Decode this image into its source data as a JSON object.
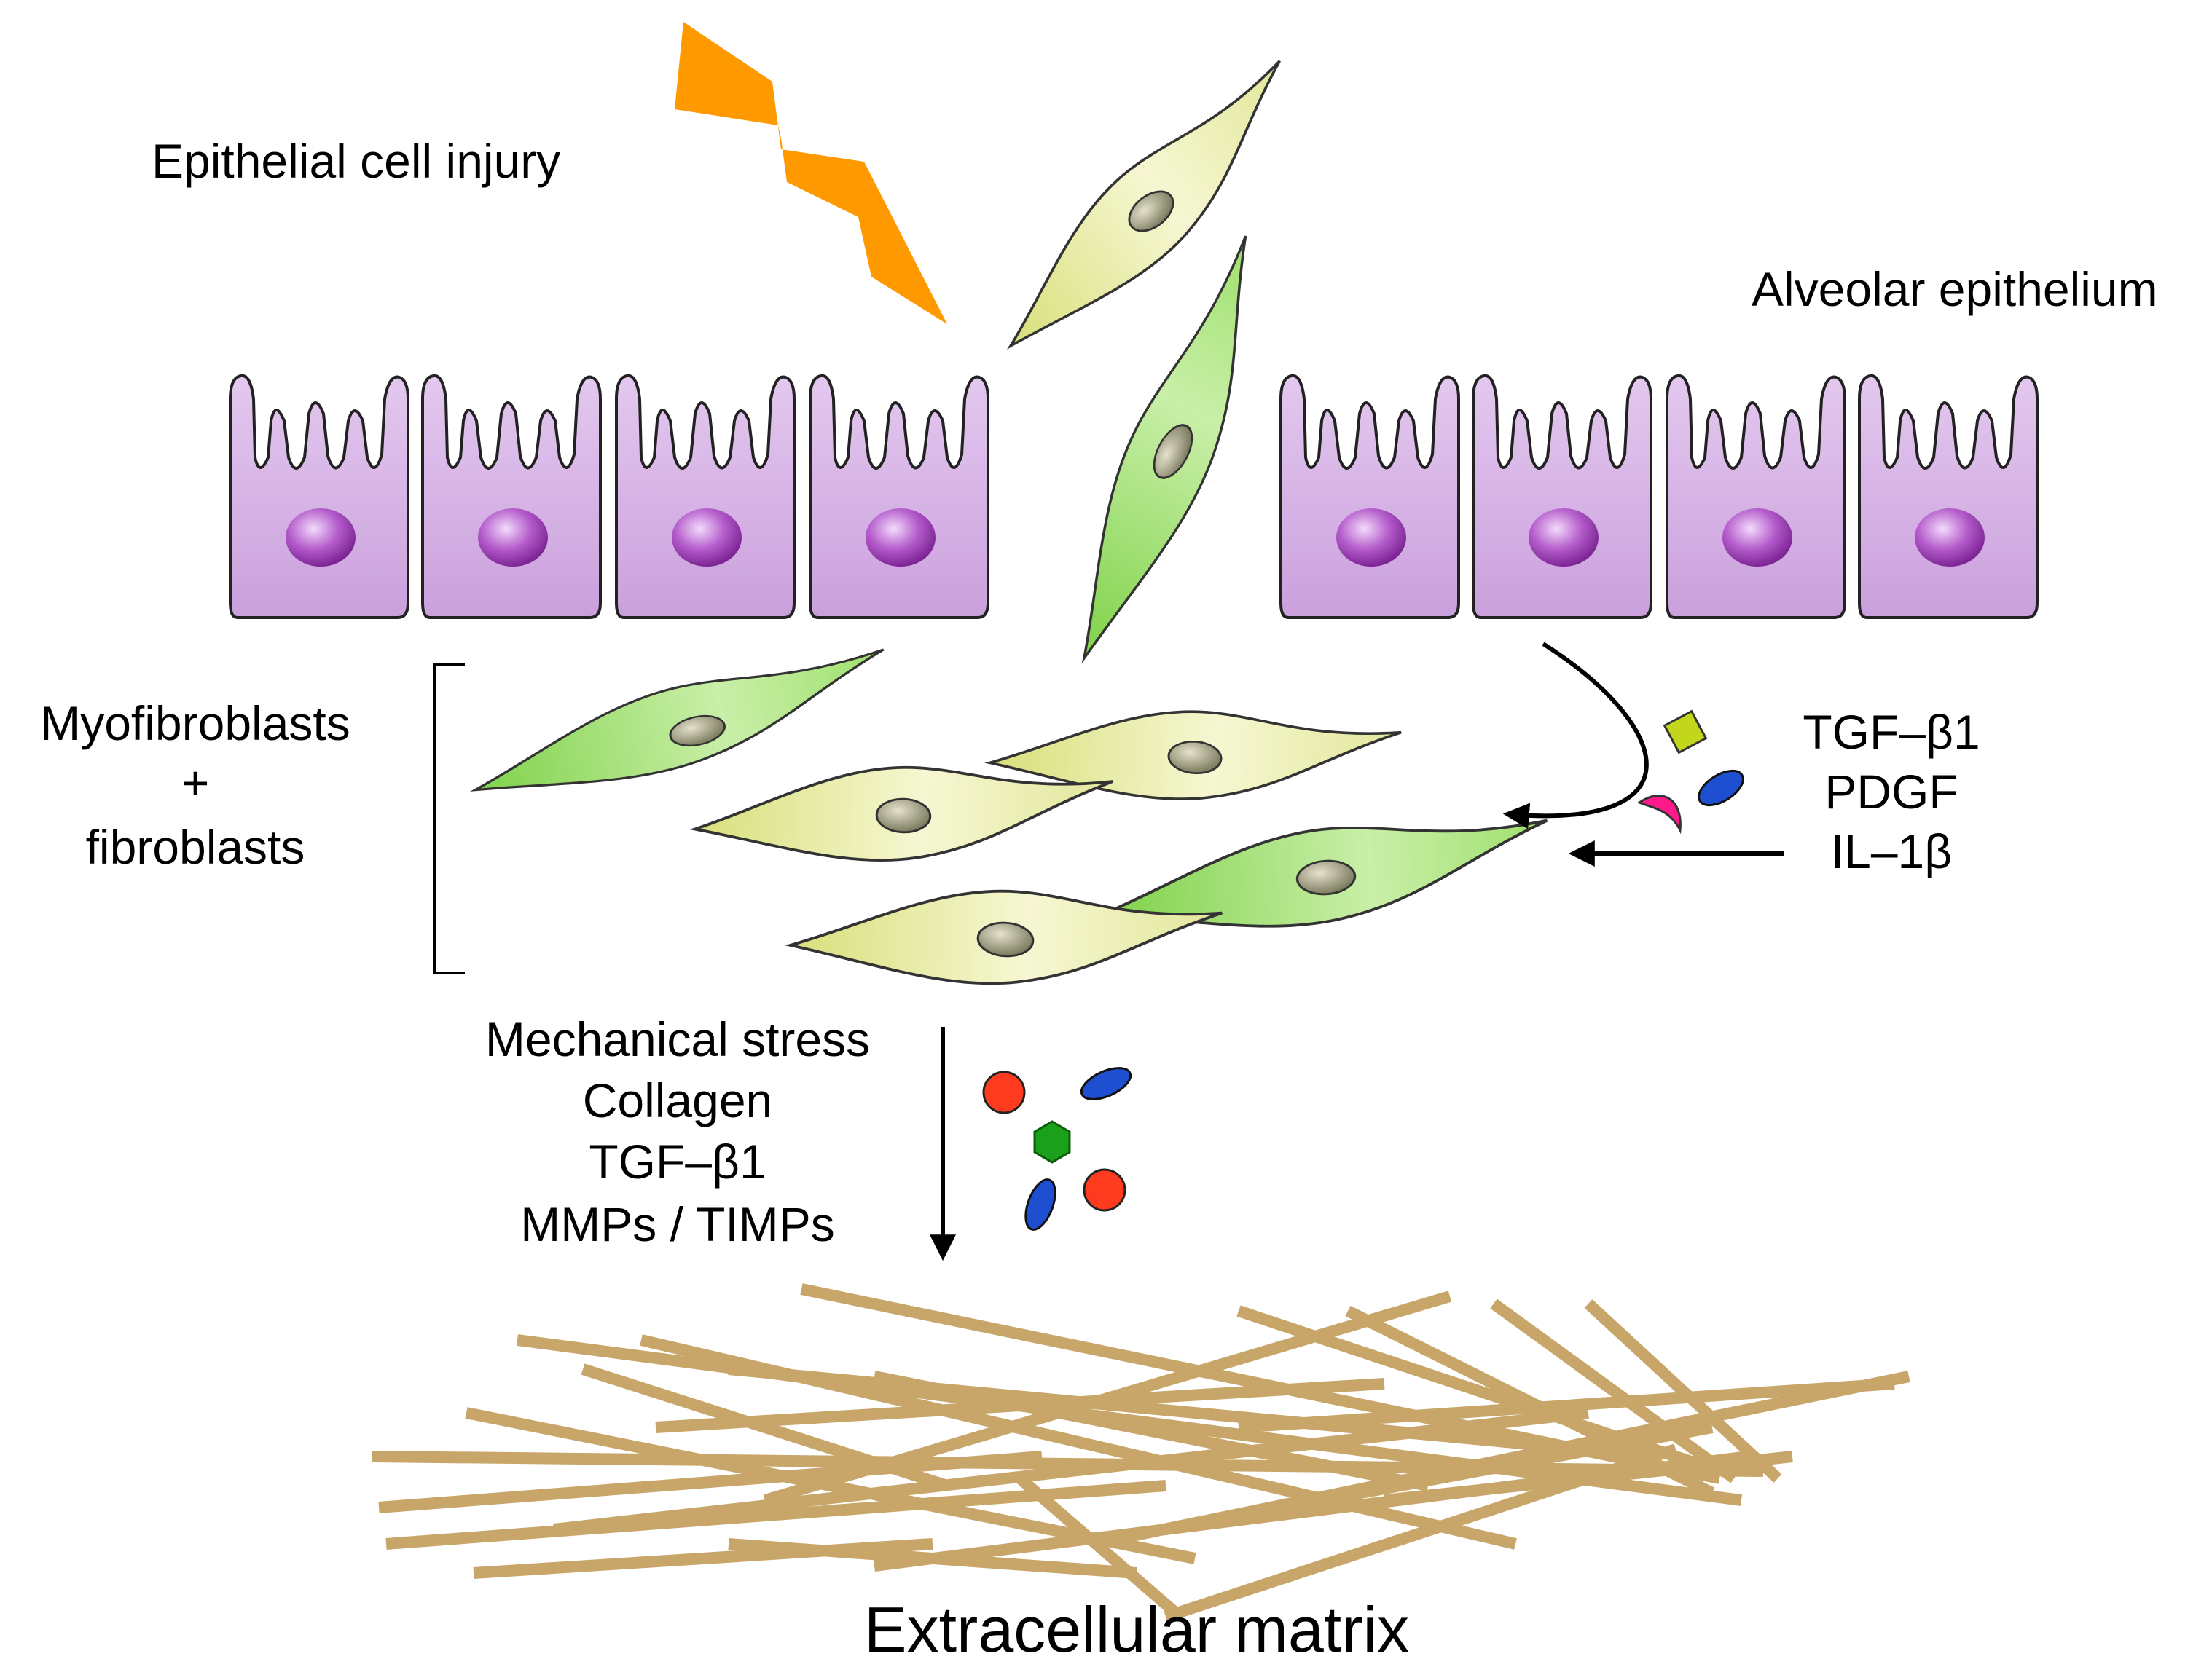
{
  "labels": {
    "injury": "Epithelial cell injury",
    "epithelium": "Alveolar epithelium",
    "myofib_line1": "Myofibroblasts",
    "myofib_line2": "+",
    "myofib_line3": "fibroblasts",
    "signal_1": "TGF–β1",
    "signal_2": "PDGF",
    "signal_3": "IL–1β",
    "stress_1": "Mechanical stress",
    "stress_2": "Collagen",
    "stress_3": "TGF–β1",
    "stress_4": "MMPs / TIMPs",
    "matrix": "Extracellular matrix"
  },
  "colors": {
    "epithelial_fill": "#d9b8e6",
    "nucleus": "#9b3fb3",
    "myofibroblast": "#8fdc5c",
    "fibroblast": "#e2e79a",
    "lightning": "#ff9900",
    "collagen": "#c8a66a",
    "molecule_red": "#ff3b1f",
    "molecule_blue": "#1f4fd1",
    "molecule_green": "#1aa01a",
    "molecule_pink": "#ff1a8c",
    "molecule_lime": "#c2d61c"
  }
}
